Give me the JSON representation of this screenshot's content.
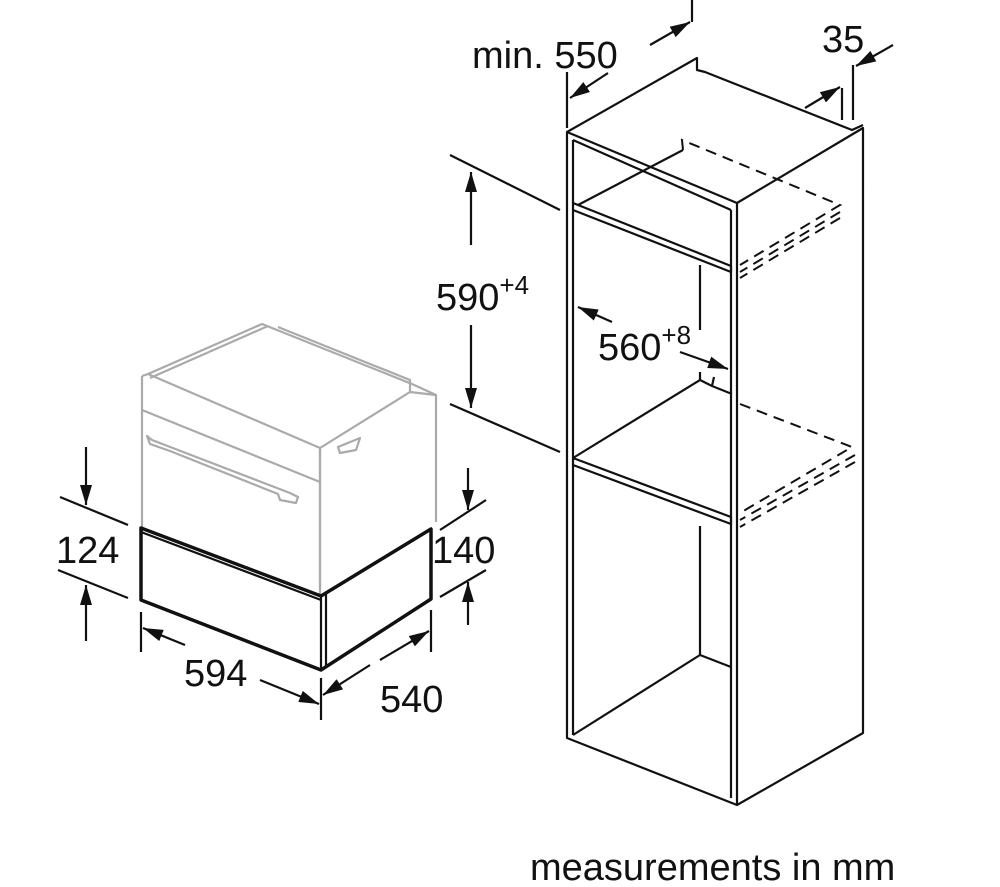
{
  "labels": {
    "cabinet_depth_prefix": "min.",
    "cabinet_depth": "550",
    "side_panel": "35",
    "niche_height": "590",
    "niche_height_tol": "+4",
    "niche_width": "560",
    "niche_width_tol": "+8",
    "drawer_front_height": "124",
    "drawer_height": "140",
    "drawer_width": "594",
    "drawer_depth": "540",
    "footer": "measurements in mm"
  },
  "colors": {
    "line": "#111111",
    "oven_outline": "#aaaaaa"
  }
}
